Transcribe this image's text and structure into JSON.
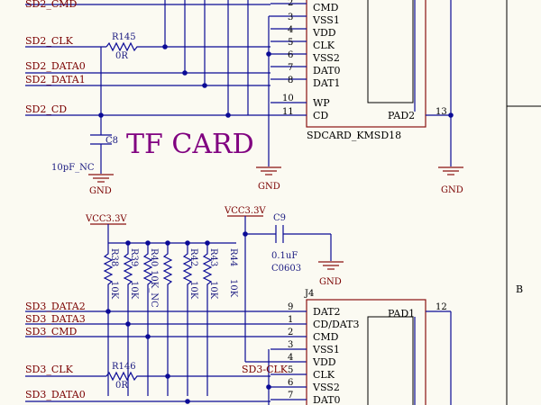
{
  "title": "TF CARD",
  "top": {
    "nets": [
      "SD2_CMD",
      "SD2_CLK",
      "SD2_DATA0",
      "SD2_DATA1",
      "SD2_CD"
    ],
    "resistor": {
      "ref": "R145",
      "value": "0R"
    },
    "cap": {
      "ref": "C8",
      "value": "10pF_NC"
    },
    "connector": {
      "pins": [
        {
          "num": "2",
          "name": "CMD"
        },
        {
          "num": "3",
          "name": "VSS1"
        },
        {
          "num": "4",
          "name": "VDD"
        },
        {
          "num": "5",
          "name": "CLK"
        },
        {
          "num": "6",
          "name": "VSS2"
        },
        {
          "num": "7",
          "name": "DAT0"
        },
        {
          "num": "8",
          "name": "DAT1"
        },
        {
          "num": "10",
          "name": "WP"
        },
        {
          "num": "11",
          "name": "CD"
        }
      ],
      "pad": {
        "name": "PAD2",
        "num": "13"
      },
      "part": "SDCARD_KMSD18"
    },
    "gnd": [
      "GND",
      "GND",
      "GND"
    ]
  },
  "bottom": {
    "vcc1": "VCC3.3V",
    "vcc2": "VCC3.3V",
    "cap": {
      "ref": "C9",
      "value": "0.1uF",
      "package": "C0603"
    },
    "gnd": "GND",
    "pullups": [
      {
        "ref": "R38",
        "value": "10K"
      },
      {
        "ref": "R39",
        "value": "10K"
      },
      {
        "ref": "R40",
        "value": "10K_NC"
      },
      {
        "ref": "R42",
        "value": "10K"
      },
      {
        "ref": "R43",
        "value": "10K"
      },
      {
        "ref": "R44",
        "value": "10K"
      }
    ],
    "nets": [
      "SD3_DATA2",
      "SD3_DATA3",
      "SD3_CMD",
      "SD3_CLK",
      "SD3_DATA0"
    ],
    "clk_label": "SD3-CLK",
    "resistor": {
      "ref": "R146",
      "value": "0R"
    },
    "connector": {
      "ref": "J4",
      "pins": [
        {
          "num": "9",
          "name": "DAT2"
        },
        {
          "num": "1",
          "name": "CD/DAT3"
        },
        {
          "num": "2",
          "name": "CMD"
        },
        {
          "num": "3",
          "name": "VSS1"
        },
        {
          "num": "4",
          "name": "VDD"
        },
        {
          "num": "5",
          "name": "CLK"
        },
        {
          "num": "6",
          "name": "VSS2"
        },
        {
          "num": "7",
          "name": "DAT0"
        }
      ],
      "pad": {
        "name": "PAD1",
        "num": "12"
      }
    }
  },
  "border_label": "B"
}
